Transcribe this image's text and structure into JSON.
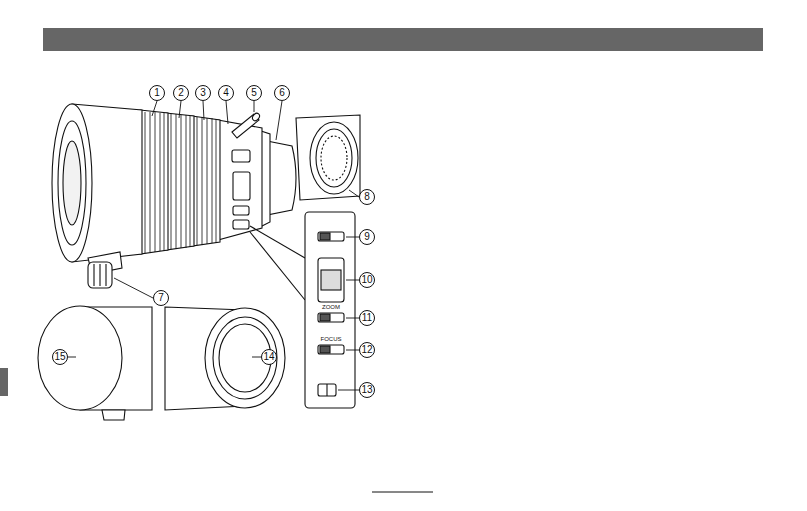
{
  "diagram": {
    "labels": [
      "1",
      "2",
      "3",
      "4",
      "5",
      "6",
      "8",
      "9",
      "7",
      "10",
      "11",
      "12",
      "13",
      "15",
      "14",
      "ZOOM",
      "FOCUS"
    ]
  }
}
